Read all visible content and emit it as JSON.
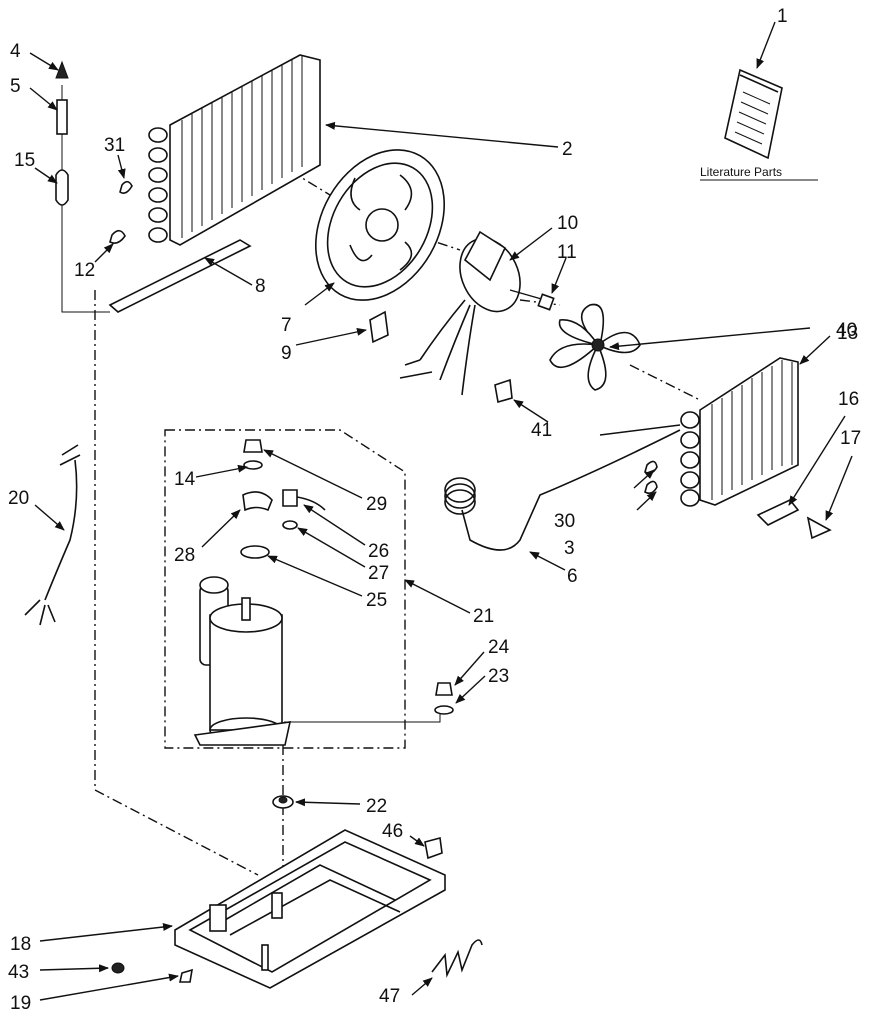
{
  "literature_caption": "Literature Parts",
  "callouts": [
    "1",
    "2",
    "3",
    "4",
    "5",
    "6",
    "7",
    "8",
    "9",
    "10",
    "11",
    "12",
    "13",
    "14",
    "15",
    "16",
    "17",
    "18",
    "19",
    "20",
    "21",
    "22",
    "23",
    "24",
    "25",
    "26",
    "27",
    "28",
    "29",
    "30",
    "31",
    "40",
    "41",
    "43",
    "46",
    "47"
  ],
  "colors": {
    "ink": "#111111",
    "paper": "#ffffff"
  }
}
